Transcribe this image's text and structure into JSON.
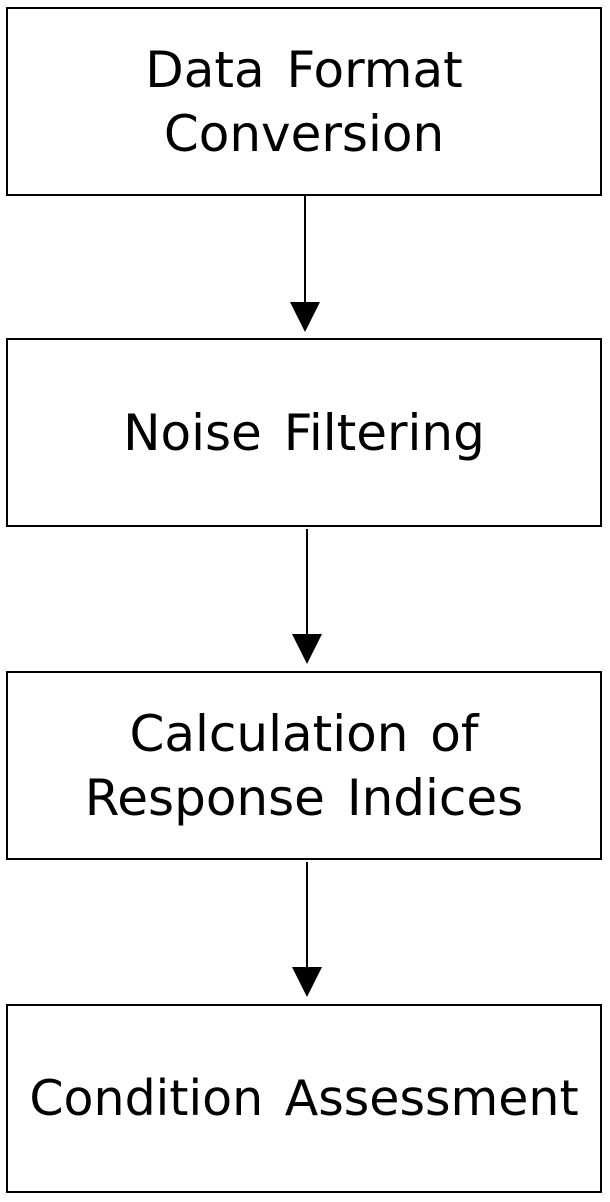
{
  "diagram": {
    "steps": [
      {
        "label": "Data Format\nConversion"
      },
      {
        "label": "Noise Filtering"
      },
      {
        "label": "Calculation of\nResponse Indices"
      },
      {
        "label": "Condition Assessment"
      }
    ],
    "connector_color": "#000000",
    "arrows": [
      {
        "from_step": 1,
        "to_step": 2
      },
      {
        "from_step": 2,
        "to_step": 3
      },
      {
        "from_step": 3,
        "to_step": 4
      }
    ]
  }
}
